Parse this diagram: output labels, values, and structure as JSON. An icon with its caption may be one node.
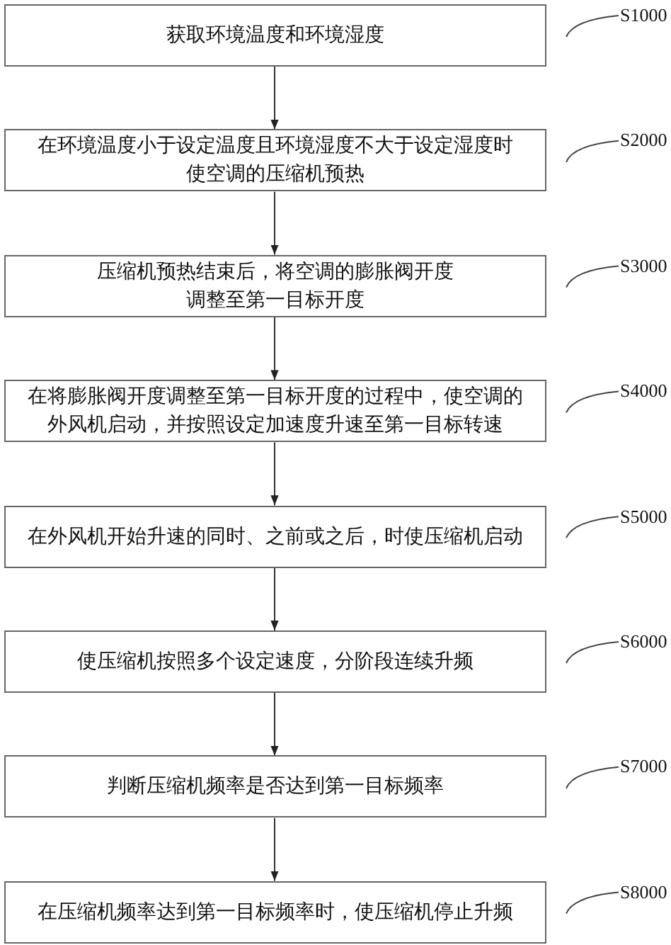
{
  "diagram": {
    "nodes": [
      {
        "text": [
          "获取环境温度和环境湿度"
        ]
      },
      {
        "text": [
          "在环境温度小于设定温度且环境湿度不大于设定湿度时使空调的压缩机预热"
        ]
      },
      {
        "text": [
          "压缩机预热结束后，将空调的膨胀阀开度调整至第一目标开度"
        ]
      },
      {
        "text": [
          "在将膨胀阀开度调整至第一目标开度的过程中，使空调的外风机启动，并按照设定加速度升速至第一目标转速"
        ]
      },
      {
        "text": [
          "在外风机开始升速的同时、之前或之后，时使压缩机启动"
        ]
      },
      {
        "text": [
          "使压缩机按照多个设定速度，分阶段连续升频"
        ]
      },
      {
        "text": [
          "判断压缩机频率是否达到第一目标频率"
        ]
      },
      {
        "text": [
          "在压缩机频率达到第一目标频率时，使压缩机停止升频"
        ]
      }
    ],
    "edges": [
      {
        "from": 0,
        "to": 1,
        "arrow": "to"
      },
      {
        "from": 1,
        "to": 2,
        "arrow": "to"
      },
      {
        "from": 2,
        "to": 3,
        "arrow": "to"
      },
      {
        "from": 3,
        "to": 4,
        "arrow": "to"
      },
      {
        "from": 4,
        "to": 5,
        "arrow": "to"
      },
      {
        "from": 5,
        "to": 6,
        "arrow": "to"
      },
      {
        "from": 6,
        "to": 7,
        "arrow": "to"
      }
    ],
    "labels": [
      "S1000",
      "S2000",
      "S3000",
      "S4000",
      "S5000",
      "S6000",
      "S7000",
      "S8000"
    ]
  }
}
